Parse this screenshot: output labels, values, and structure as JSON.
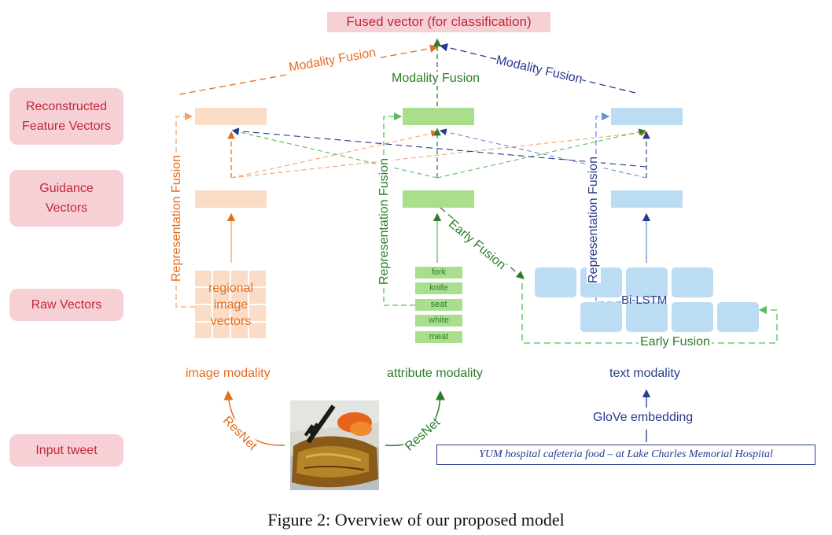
{
  "row_labels": {
    "reconstructed": [
      "Reconstructed",
      "Feature Vectors"
    ],
    "guidance": [
      "Guidance",
      "Vectors"
    ],
    "raw": "Raw Vectors",
    "input": "Input tweet"
  },
  "fused_vector": "Fused vector (for classification)",
  "modality_fusion": {
    "left": "Modality Fusion",
    "center": "Modality Fusion",
    "right": "Modality Fusion"
  },
  "representation_fusion": {
    "image": "Representation Fusion",
    "attribute": "Representation Fusion",
    "text": "Representation Fusion"
  },
  "early_fusion": {
    "diagonal": "Early Fusion",
    "bottom": "Early Fusion"
  },
  "image_raw_label": [
    "regional",
    "image",
    "vectors"
  ],
  "attributes": [
    "fork",
    "knife",
    "seat",
    "white",
    "meat"
  ],
  "bilstm": "Bi-LSTM",
  "modalities": {
    "image": "image modality",
    "attribute": "attribute modality",
    "text": "text modality"
  },
  "resnet_left": "ResNet",
  "resnet_right": "ResNet",
  "glove": "GloVe embedding",
  "tweet_text": "YUM hospital cafeteria food  – at Lake Charles Memorial Hospital",
  "caption": "Figure 2: Overview of our proposed model",
  "colors": {
    "orange": "#e36c1f",
    "green": "#2b7d2b",
    "blue": "#273a8c",
    "pink": "#f6d0d5",
    "red_text": "#c3273a"
  }
}
